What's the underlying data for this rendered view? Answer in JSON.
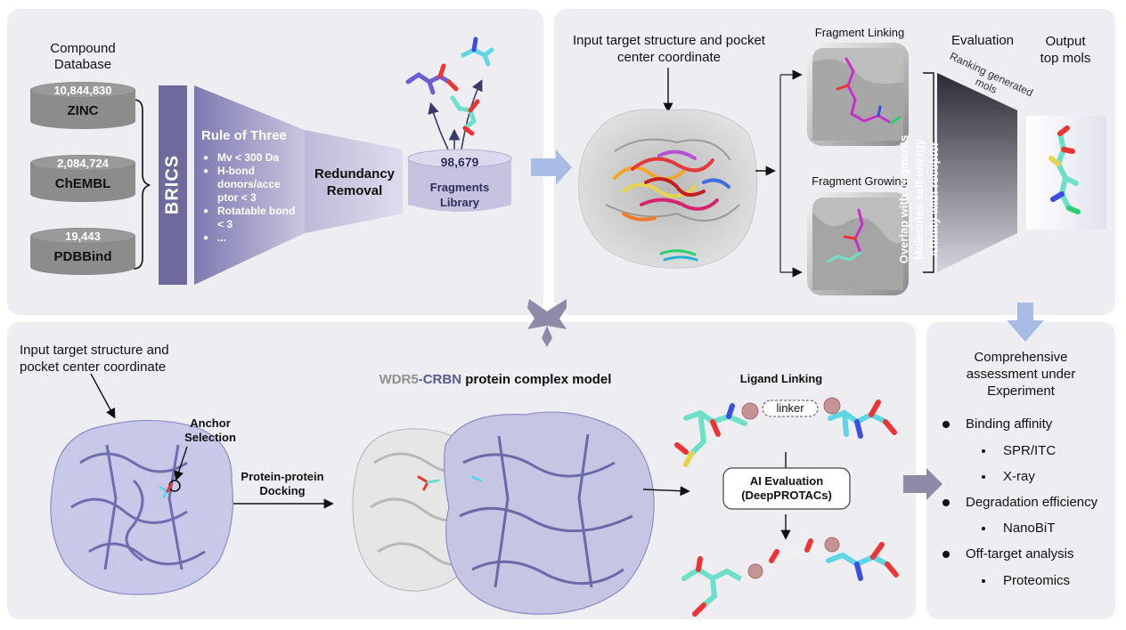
{
  "top_left": {
    "db_title": "Compound\nDatabase",
    "databases": [
      {
        "count": "10,844,830",
        "name": "ZINC"
      },
      {
        "count": "2,084,724",
        "name": "ChEMBL"
      },
      {
        "count": "19,443",
        "name": "PDBBind"
      }
    ],
    "brics_label": "BRICS",
    "rule_title": "Rule of Three",
    "rules": [
      "Mv < 300 Da",
      "H-bond donors/acce ptor < 3",
      "Rotatable bond < 3",
      "..."
    ],
    "redundancy_label": "Redundancy Removal",
    "fragments_count": "98,679",
    "fragments_label": "Fragments Library"
  },
  "top_right": {
    "input_label": "Input target structure and pocket center coordinate",
    "linking_label": "Fragment Linking",
    "growing_label": "Fragment Growing",
    "evaluation_label": "Evaluation",
    "output_label": "Output top mols",
    "ranking_label": "Ranking generated mols",
    "eval_criteria": [
      "Overlap with fragments",
      "Molecules self-energy",
      "Affinity with receptor"
    ]
  },
  "bottom_left": {
    "input_label": "Input target structure and pocket center coordinate",
    "anchor_label": "Anchor Selection",
    "docking_label": "Protein-protein Docking",
    "complex_title_part1": "WDR5",
    "complex_title_part2": "-CRBN",
    "complex_title_part3": " protein complex model",
    "ligand_linking_label": "Ligand Linking",
    "linker_label": "linker",
    "ai_eval_label": "AI Evaluation (DeepPROTACs)"
  },
  "bottom_right": {
    "title": "Comprehensive assessment under Experiment",
    "items": [
      {
        "level": 1,
        "text": "Binding affinity"
      },
      {
        "level": 2,
        "text": "SPR/ITC"
      },
      {
        "level": 2,
        "text": "X-ray"
      },
      {
        "level": 1,
        "text": "Degradation efficiency"
      },
      {
        "level": 2,
        "text": "NanoBiT"
      },
      {
        "level": 1,
        "text": "Off-target analysis"
      },
      {
        "level": 2,
        "text": "Proteomics"
      }
    ]
  },
  "colors": {
    "panel": "#eeeef2",
    "brics_purple": "#6e6a9c",
    "funnel_purple": "#8b86b8",
    "arrow_blue": "#a8bde6",
    "protein_purple": "#8888c4",
    "wdr5_gray": "#909090",
    "crbn_purple": "#5a5890"
  }
}
